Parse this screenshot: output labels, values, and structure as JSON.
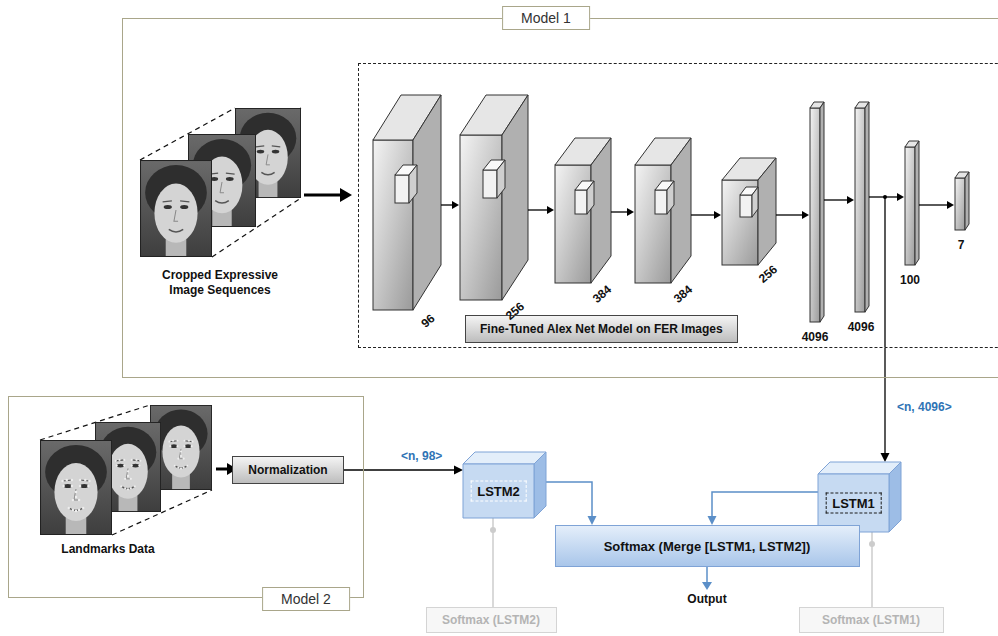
{
  "diagram": {
    "nodes": [
      {
        "text": [
          "Model 1"
        ]
      },
      {
        "text": [
          "Fine-Tuned Alex Net Model on FER Images"
        ],
        "in": 0
      },
      {
        "text": [
          "Model 2"
        ]
      },
      {
        "text": [
          "Normalization"
        ],
        "in": 2
      },
      {
        "text": [
          "LSTM2"
        ]
      },
      {
        "text": [
          "LSTM1"
        ]
      },
      {
        "text": [
          "Softmax (Merge [LSTM1, LSTM2])"
        ]
      },
      {
        "text": [
          "Softmax (LSTM2)"
        ]
      },
      {
        "text": [
          "Softmax (LSTM1)"
        ]
      }
    ],
    "edges": [
      {
        "from": 3,
        "to": 4,
        "arrow": "to",
        "label": "<n, 98>"
      },
      {
        "from": 1,
        "to": 5,
        "arrow": "to",
        "label": "<n, 4096>"
      },
      {
        "from": 4,
        "to": 6,
        "arrow": "to"
      },
      {
        "from": 5,
        "to": 6,
        "arrow": "to"
      },
      {
        "from": 4,
        "to": 7,
        "arrow": "none"
      },
      {
        "from": 5,
        "to": 8,
        "arrow": "none"
      }
    ],
    "labels": [
      "Cropped Expressive Image Sequences",
      "96",
      "256",
      "384",
      "384",
      "256",
      "4096",
      "4096",
      "100",
      "7",
      "Landmarks Data",
      "Output"
    ]
  }
}
